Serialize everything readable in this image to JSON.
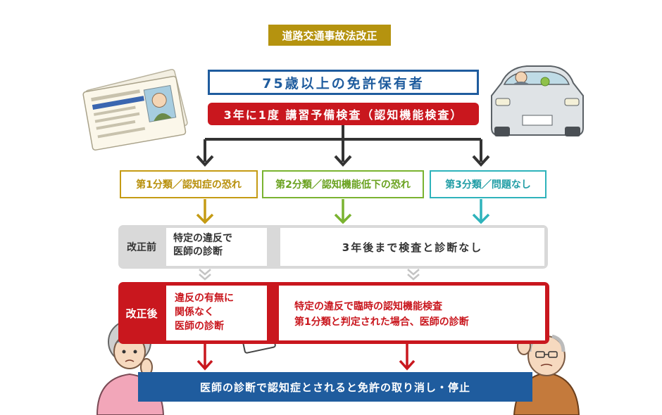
{
  "title": "道路交通事故法改正",
  "target": "75歳以上の免許保有者",
  "exam": "3年に1度 講習予備検査（認知機能検査）",
  "categories": [
    {
      "label": "第1分類／認知症の恐れ",
      "color": "#c59b14"
    },
    {
      "label": "第2分類／認知機能低下の恐れ",
      "color": "#7ab330"
    },
    {
      "label": "第3分類／問題なし",
      "color": "#2eb3bb"
    }
  ],
  "before": {
    "label": "改正前",
    "left_lines": [
      "特定の違反で",
      "医師の診断"
    ],
    "right": "3年後まで検査と診断なし"
  },
  "after": {
    "label": "改正後",
    "left_lines": [
      "違反の有無に",
      "関係なく",
      "医師の診断"
    ],
    "right_lines": [
      "特定の違反で臨時の認知機能検査",
      "第1分類と判定された場合、医師の診断"
    ]
  },
  "result": "医師の診断で認知症とされると免許の取り消し・停止",
  "colors": {
    "gold": "#b5930f",
    "blue": "#1f5c9e",
    "red": "#c9171e",
    "green": "#7ab330",
    "teal": "#2eb3bb",
    "gray": "#d9d9d9"
  }
}
